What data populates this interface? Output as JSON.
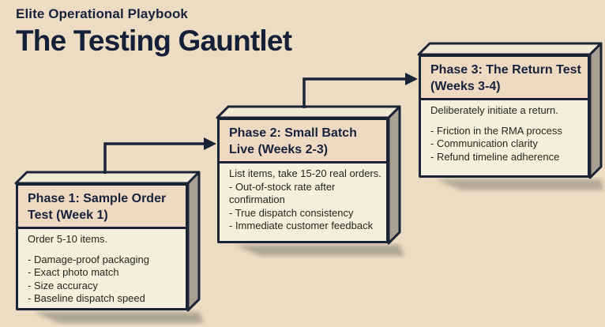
{
  "page": {
    "kicker": "Elite Operational Playbook",
    "title": "The Testing Gauntlet"
  },
  "colors": {
    "background": "#ecdcc3",
    "card_body": "#f6efdc",
    "card_header": "#eed9c2",
    "card_side_face": "#a8a193",
    "card_top_face": "#f2e9d5",
    "ink": "#1b2336",
    "body_text": "#27251f",
    "shadow": "#8f897d"
  },
  "boxes": [
    {
      "title_line1": "Phase 1: Sample Order",
      "title_line2": "Test (Week 1)",
      "intro": "Order 5-10 items.",
      "bullets": [
        "- Damage-proof packaging",
        "- Exact photo match",
        "- Size accuracy",
        "- Baseline dispatch speed"
      ]
    },
    {
      "title_line1": "Phase 2: Small Batch",
      "title_line2": "Live (Weeks 2-3)",
      "intro": "List items, take 15-20 real orders.",
      "bullets": [
        "- Out-of-stock rate after confirmation",
        "- True dispatch consistency",
        "- Immediate customer feedback"
      ]
    },
    {
      "title_line1": "Phase 3: The Return Test",
      "title_line2": "(Weeks 3-4)",
      "intro": "Deliberately initiate a return.",
      "bullets": [
        "- Friction in the RMA process",
        "- Communication clarity",
        "- Refund timeline adherence"
      ]
    }
  ]
}
